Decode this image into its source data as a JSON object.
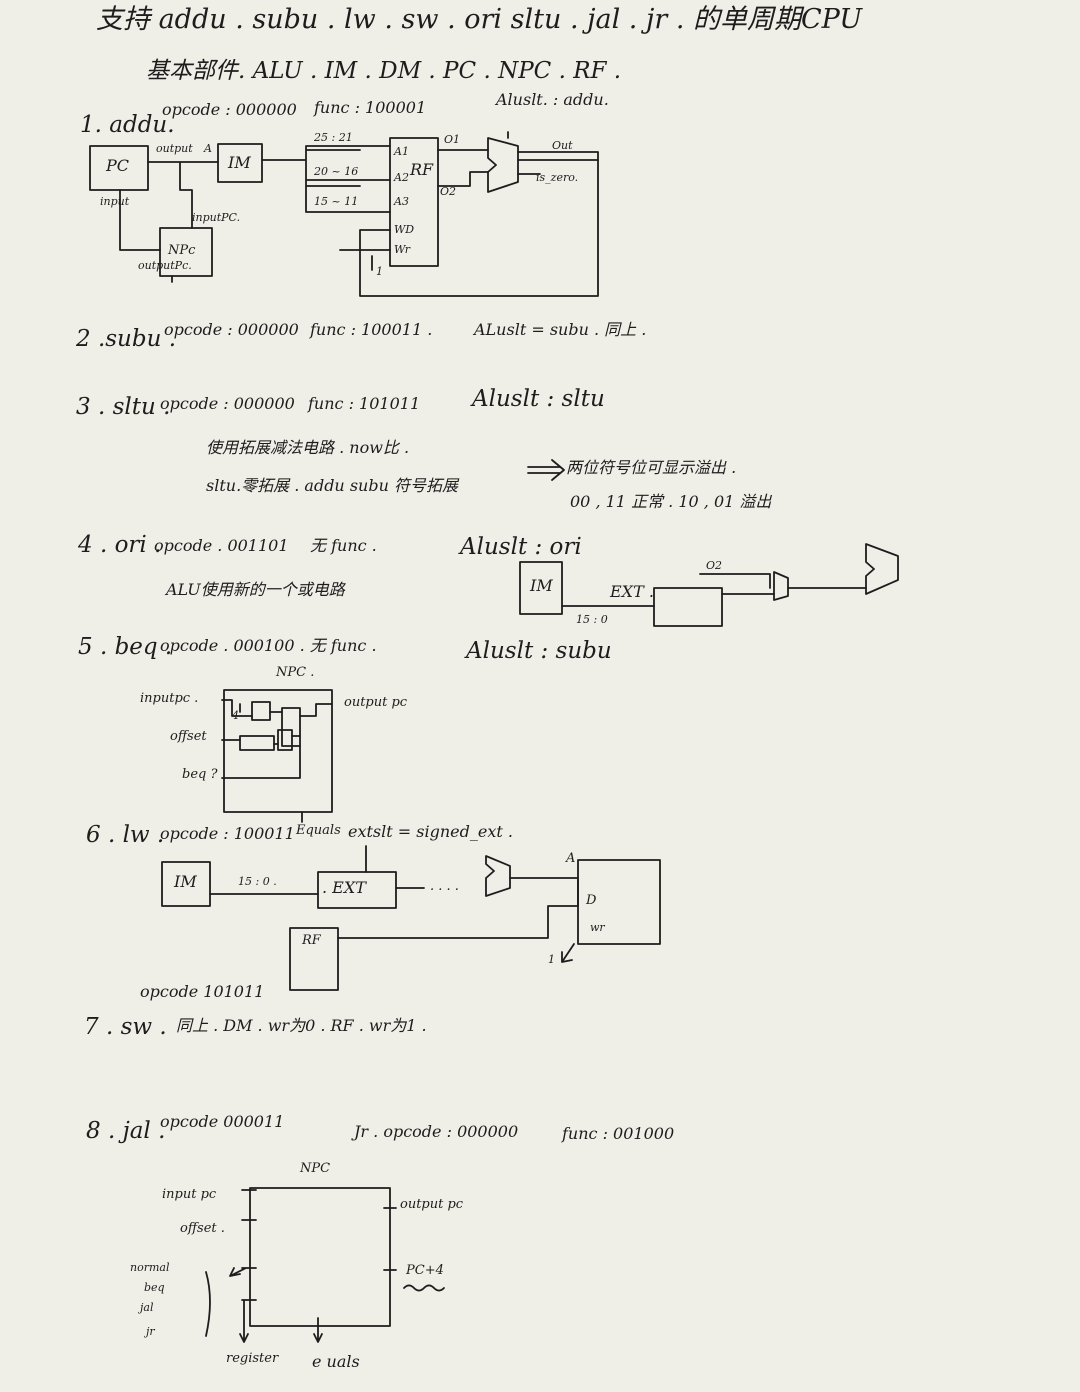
{
  "title": "支持 addu . subu . lw . sw . ori sltu . jal . jr . 的单周期CPU",
  "subtitle": "基本部件. ALU . IM . DM . PC . NPC . RF .",
  "s1": {
    "head": "1. addu.",
    "opcode": "opcode : 000000",
    "func": "func : 100001",
    "aluslt": "Aluslt. : addu.",
    "pc": "PC",
    "output": "output",
    "a": "A",
    "input": "input",
    "im": "IM",
    "inputpc": "inputPC.",
    "npc": "NPc",
    "outputpc": "outputPc.",
    "a1": "25 : 21",
    "a2": "20 ~ 16",
    "a3": "15 ~ 11",
    "rf_a1": "A1",
    "rf_a2": "A2",
    "rf_a3": "A3",
    "rf": "RF",
    "wd": "WD",
    "wr": "Wr",
    "o1": "O1",
    "o2": "O2",
    "out": "Out",
    "iszero": "is_zero.",
    "one": "1"
  },
  "s2": {
    "head": "2 .subu .",
    "opcode": "opcode : 000000",
    "func": "func : 100011 .",
    "aluslt": "ALuslt = subu . 同上 ."
  },
  "s3": {
    "head": "3 . sltu .",
    "opcode": "opcode : 000000",
    "func": "func : 101011",
    "aluslt": "Aluslt : sltu",
    "note1": "使用拓展减法电路 . now比 .",
    "note2": "sltu.零拓展 . addu subu 符号拓展",
    "note3": "两位符号位可显示溢出 .",
    "note4": "00 , 11 正常 . 10 , 01 溢出"
  },
  "s4": {
    "head": "4 . ori .",
    "opcode": "opcode . 001101",
    "func": "无 func .",
    "aluslt": "Aluslt : ori",
    "note": "ALU使用新的一个或电路",
    "im": "IM",
    "ext": "EXT .",
    "bits": "15 : 0",
    "o2": "O2"
  },
  "s5": {
    "head": "5 . beq .",
    "opcode": "opcode . 000100 . 无 func .",
    "aluslt": "Aluslt : subu",
    "npc": "NPC .",
    "inputpc": "inputpc .",
    "offset": "offset",
    "beq": "beq ?",
    "outputpc": "output pc",
    "four": "4"
  },
  "s6": {
    "head": "6 . lw .",
    "opcode": "opcode : 100011",
    "equals": "Equals",
    "extslt": "extslt = signed_ext .",
    "im": "IM",
    "bits": "15 : 0 .",
    "ext": ". EXT",
    "dots": ". . . .",
    "rf": "RF",
    "a": "A",
    "d": "D",
    "wr": "wr",
    "one": "1"
  },
  "s7": {
    "opcode": "opcode 101011",
    "head": "7 . sw .",
    "note": "同上 . DM . wr为0 .   RF . wr为1 ."
  },
  "s8": {
    "head": "8 . jal .",
    "opcode": "opcode 000011",
    "jr": "Jr . opcode : 000000",
    "func": "func : 001000",
    "npc": "NPC",
    "inputpc": "input pc",
    "offset": "offset .",
    "outputpc": "output pc",
    "normal": "normal",
    "beq": "beq",
    "jal": "jal",
    "jr2": "jr",
    "pc4": "PC+4",
    "register": "register",
    "equals": "e uals"
  }
}
